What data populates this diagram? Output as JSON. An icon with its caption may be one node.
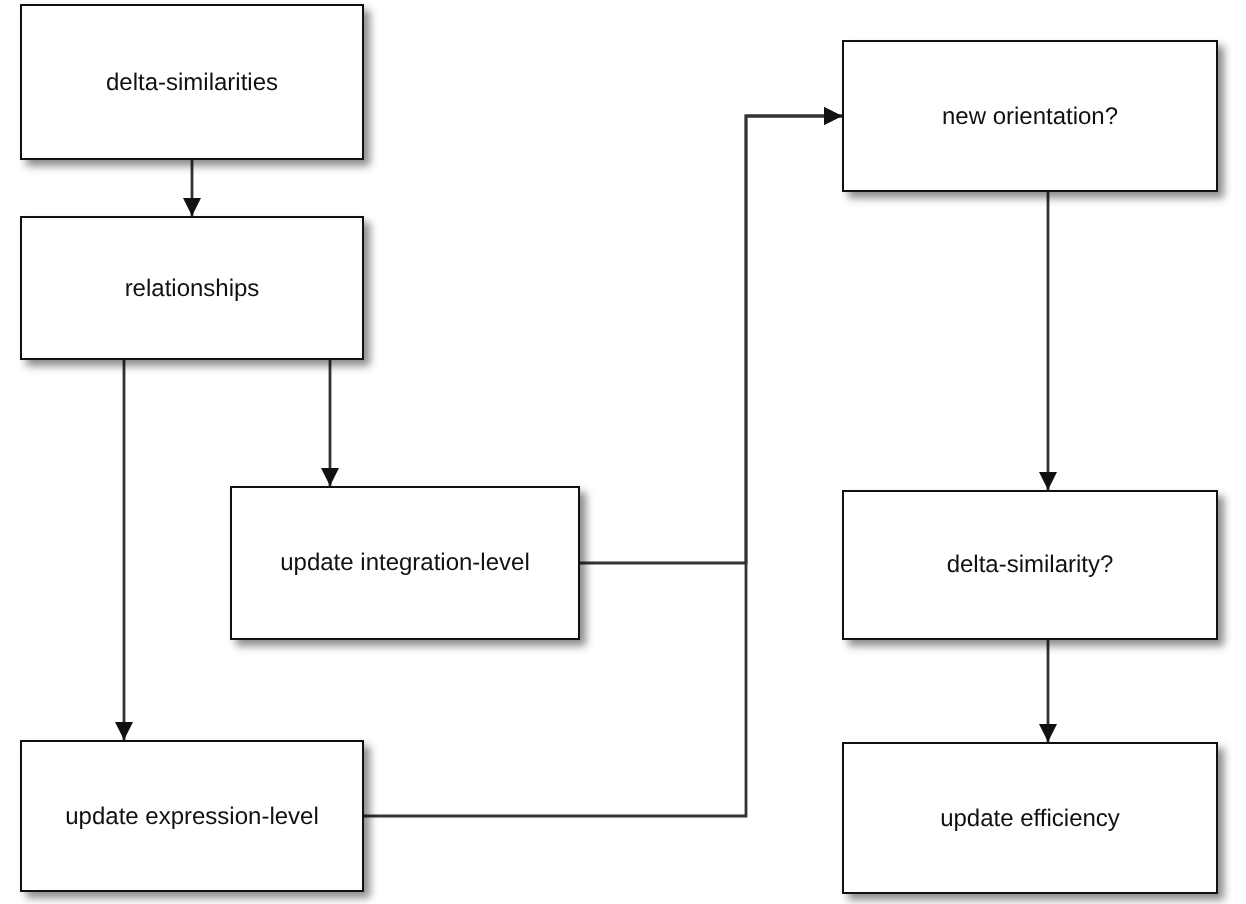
{
  "diagram": {
    "nodes": [
      {
        "text": [
          "delta-similarities"
        ]
      },
      {
        "text": [
          "relationships"
        ]
      },
      {
        "text": [
          "update integration-level"
        ]
      },
      {
        "text": [
          "update expression-level"
        ]
      },
      {
        "text": [
          "new orientation?"
        ]
      },
      {
        "text": [
          "delta-similarity?"
        ]
      },
      {
        "text": [
          "update efficiency"
        ]
      }
    ],
    "edges": [
      {
        "from": 0,
        "to": 1,
        "arrow": "to"
      },
      {
        "from": 1,
        "to": 2,
        "arrow": "to"
      },
      {
        "from": 1,
        "to": 3,
        "arrow": "to"
      },
      {
        "from": 2,
        "to": 4,
        "arrow": "to"
      },
      {
        "from": 3,
        "to": 4,
        "arrow": "to"
      },
      {
        "from": 4,
        "to": 5,
        "arrow": "to"
      },
      {
        "from": 5,
        "to": 6,
        "arrow": "to"
      }
    ]
  }
}
